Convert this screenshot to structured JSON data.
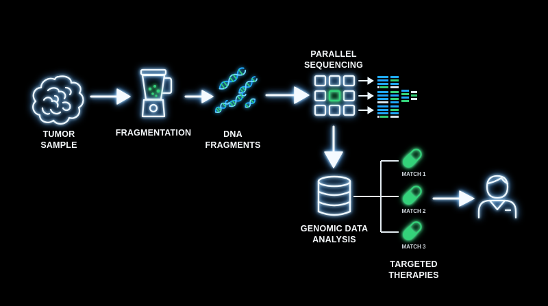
{
  "colors": {
    "background": "#000000",
    "icon_white": "#eef8ff",
    "glow_blue": "#4fa8ff",
    "accent_green": "#34d27a",
    "dna_cyan": "#1fa8ff"
  },
  "steps": {
    "tumor": {
      "line1": "TUMOR",
      "line2": "SAMPLE",
      "icon": "tumor-icon"
    },
    "fragmentation": {
      "line1": "FRAGMENTATION",
      "icon": "blender-icon"
    },
    "dna": {
      "line1": "DNA",
      "line2": "FRAGMENTS",
      "icon": "dna-icon"
    },
    "sequencing": {
      "line1": "PARALLEL",
      "line2": "SEQUENCING",
      "icon": "sequencing-grid-icon"
    },
    "analysis": {
      "line1": "GENOMIC DATA",
      "line2": "ANALYSIS",
      "icon": "database-icon"
    },
    "therapies": {
      "line1": "TARGETED",
      "line2": "THERAPIES",
      "icon": "pill-icon",
      "matches": [
        "MATCH 1",
        "MATCH 2",
        "MATCH 3"
      ]
    },
    "patient": {
      "icon": "doctor-icon"
    }
  }
}
